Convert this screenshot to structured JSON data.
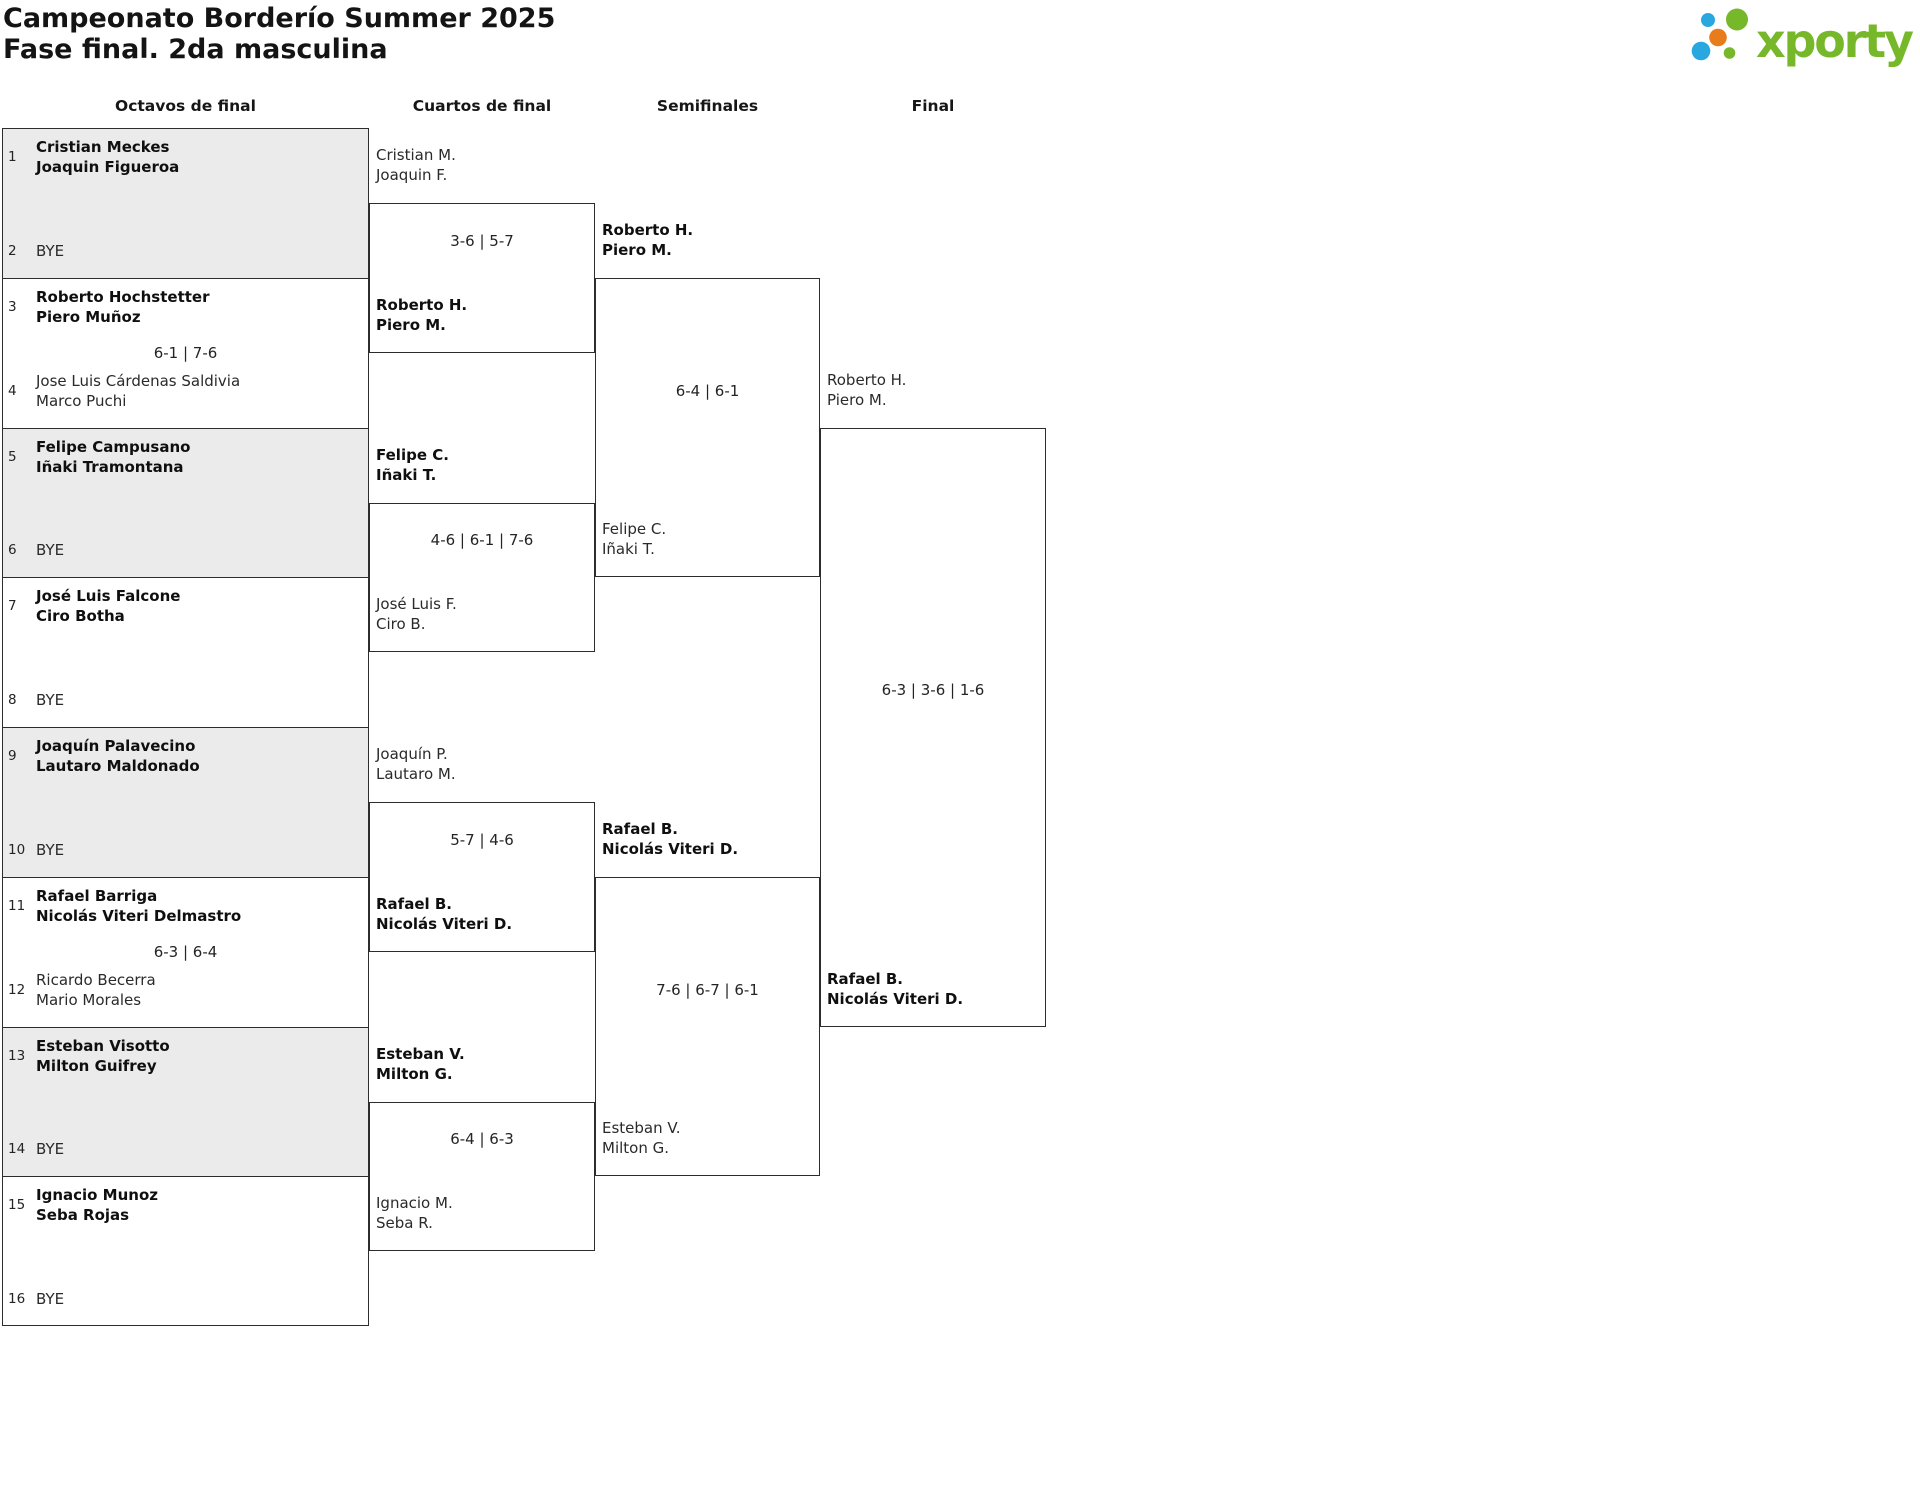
{
  "header": {
    "title": "Campeonato Borderío Summer 2025",
    "subtitle": "Fase final. 2da masculina"
  },
  "logo": {
    "text": "xporty",
    "green": "#76b82a",
    "blue": "#29a8e0",
    "orange": "#e87c1a"
  },
  "rounds": [
    {
      "label": "Octavos de final"
    },
    {
      "label": "Cuartos de final"
    },
    {
      "label": "Semifinales"
    },
    {
      "label": "Final"
    }
  ],
  "bracket": {
    "round_of_16": [
      {
        "shaded": true,
        "score": "",
        "top": {
          "seed": "1",
          "bold": true,
          "lines": [
            "Cristian Meckes",
            "Joaquin Figueroa"
          ]
        },
        "bottom": {
          "seed": "2",
          "bold": false,
          "lines": [
            "BYE"
          ]
        }
      },
      {
        "shaded": false,
        "score": "6-1 | 7-6",
        "top": {
          "seed": "3",
          "bold": true,
          "lines": [
            "Roberto Hochstetter",
            "Piero Muñoz"
          ]
        },
        "bottom": {
          "seed": "4",
          "bold": false,
          "lines": [
            "Jose Luis Cárdenas Saldivia",
            "Marco Puchi"
          ]
        }
      },
      {
        "shaded": true,
        "score": "",
        "top": {
          "seed": "5",
          "bold": true,
          "lines": [
            "Felipe Campusano",
            "Iñaki Tramontana"
          ]
        },
        "bottom": {
          "seed": "6",
          "bold": false,
          "lines": [
            "BYE"
          ]
        }
      },
      {
        "shaded": false,
        "score": "",
        "top": {
          "seed": "7",
          "bold": true,
          "lines": [
            "José Luis Falcone",
            "Ciro Botha"
          ]
        },
        "bottom": {
          "seed": "8",
          "bold": false,
          "lines": [
            "BYE"
          ]
        }
      },
      {
        "shaded": true,
        "score": "",
        "top": {
          "seed": "9",
          "bold": true,
          "lines": [
            "Joaquín Palavecino",
            "Lautaro Maldonado"
          ]
        },
        "bottom": {
          "seed": "10",
          "bold": false,
          "lines": [
            "BYE"
          ]
        }
      },
      {
        "shaded": false,
        "score": "6-3 | 6-4",
        "top": {
          "seed": "11",
          "bold": true,
          "lines": [
            "Rafael Barriga",
            "Nicolás Viteri Delmastro"
          ]
        },
        "bottom": {
          "seed": "12",
          "bold": false,
          "lines": [
            "Ricardo Becerra",
            "Mario Morales"
          ]
        }
      },
      {
        "shaded": true,
        "score": "",
        "top": {
          "seed": "13",
          "bold": true,
          "lines": [
            "Esteban Visotto",
            "Milton Guifrey"
          ]
        },
        "bottom": {
          "seed": "14",
          "bold": false,
          "lines": [
            "BYE"
          ]
        }
      },
      {
        "shaded": false,
        "score": "",
        "top": {
          "seed": "15",
          "bold": true,
          "lines": [
            "Ignacio Munoz",
            "Seba Rojas"
          ]
        },
        "bottom": {
          "seed": "16",
          "bold": false,
          "lines": [
            "BYE"
          ]
        }
      }
    ],
    "quarterfinals": [
      {
        "score": "3-6 | 5-7",
        "top": {
          "bold": false,
          "lines": [
            "Cristian M.",
            "Joaquin F."
          ]
        },
        "bottom": {
          "bold": true,
          "lines": [
            "Roberto H.",
            "Piero M."
          ]
        }
      },
      {
        "score": "4-6 | 6-1 | 7-6",
        "top": {
          "bold": true,
          "lines": [
            "Felipe C.",
            "Iñaki T."
          ]
        },
        "bottom": {
          "bold": false,
          "lines": [
            "José Luis F.",
            "Ciro B."
          ]
        }
      },
      {
        "score": "5-7 | 4-6",
        "top": {
          "bold": false,
          "lines": [
            "Joaquín P.",
            "Lautaro M."
          ]
        },
        "bottom": {
          "bold": true,
          "lines": [
            "Rafael B.",
            "Nicolás Viteri D."
          ]
        }
      },
      {
        "score": "6-4 | 6-3",
        "top": {
          "bold": true,
          "lines": [
            "Esteban V.",
            "Milton G."
          ]
        },
        "bottom": {
          "bold": false,
          "lines": [
            "Ignacio M.",
            "Seba R."
          ]
        }
      }
    ],
    "semifinals": [
      {
        "score": "6-4 | 6-1",
        "top": {
          "bold": true,
          "lines": [
            "Roberto H.",
            "Piero M."
          ]
        },
        "bottom": {
          "bold": false,
          "lines": [
            "Felipe C.",
            "Iñaki T."
          ]
        }
      },
      {
        "score": "7-6 | 6-7 | 6-1",
        "top": {
          "bold": true,
          "lines": [
            "Rafael B.",
            "Nicolás Viteri D."
          ]
        },
        "bottom": {
          "bold": false,
          "lines": [
            "Esteban V.",
            "Milton G."
          ]
        }
      }
    ],
    "final": [
      {
        "score": "6-3 | 3-6 | 1-6",
        "top": {
          "bold": false,
          "lines": [
            "Roberto H.",
            "Piero M."
          ]
        },
        "bottom": {
          "bold": true,
          "lines": [
            "Rafael B.",
            "Nicolás Viteri D."
          ]
        }
      }
    ]
  }
}
